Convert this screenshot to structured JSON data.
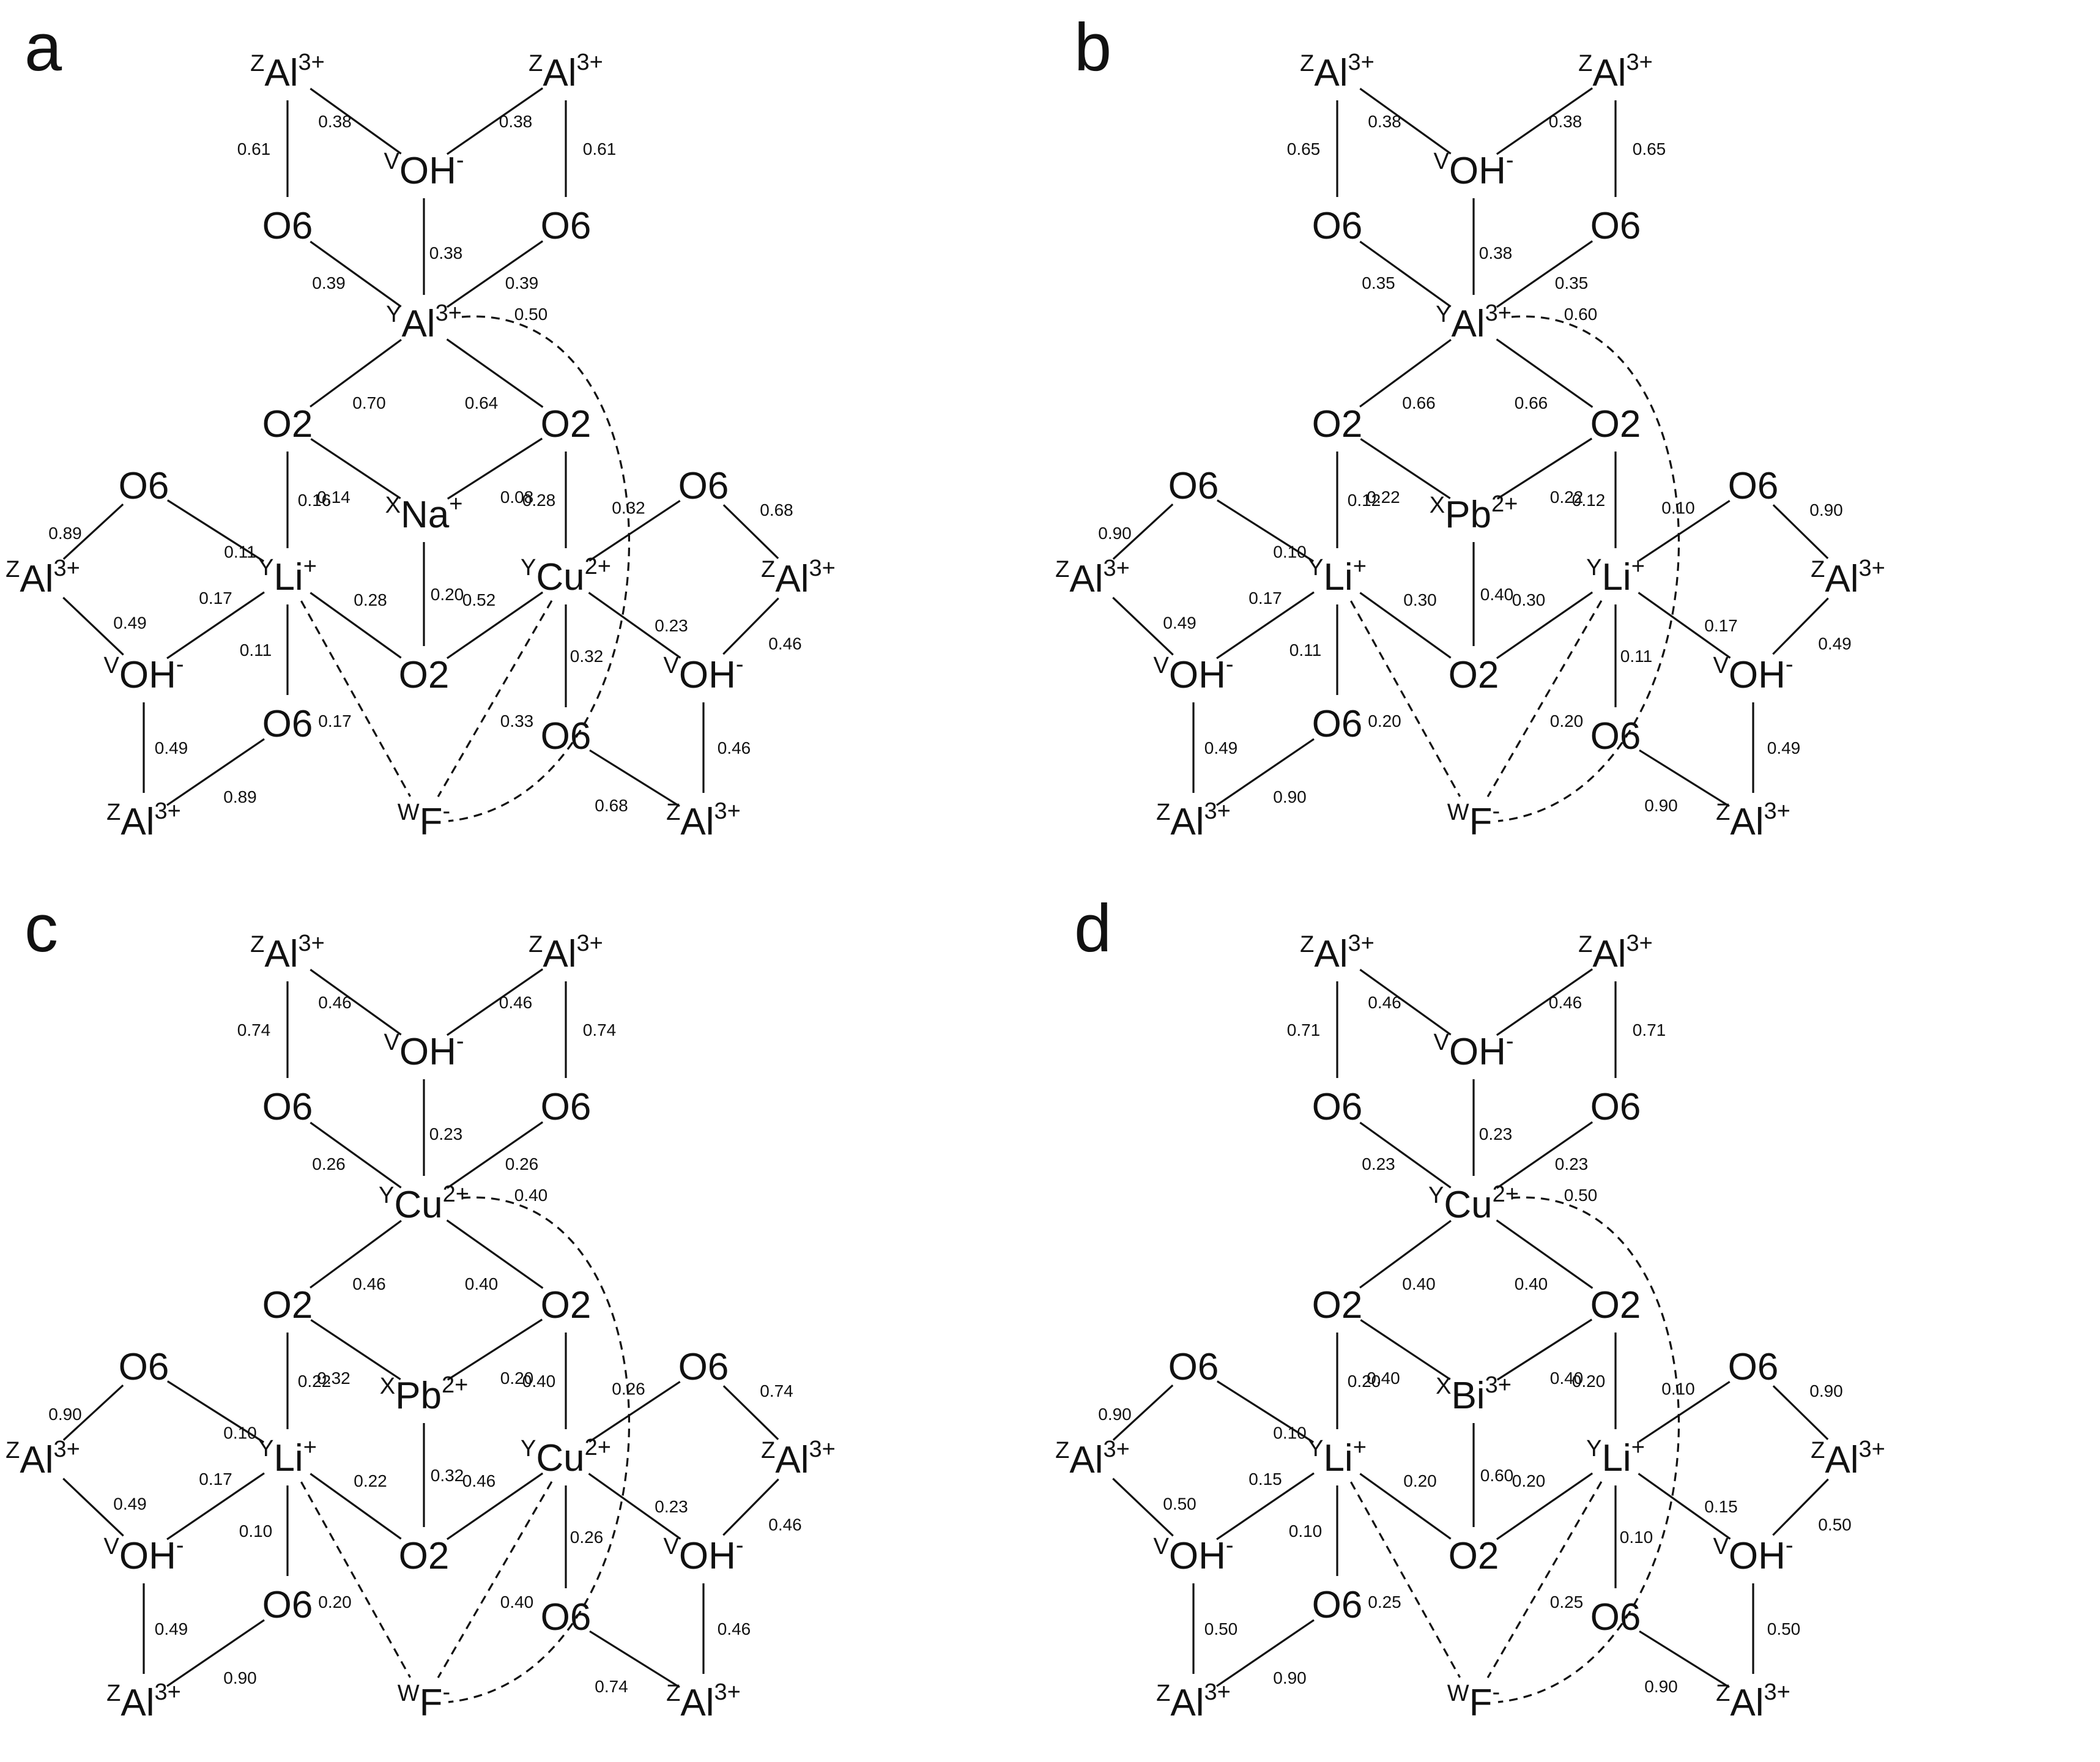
{
  "panels": [
    {
      "label": "a",
      "atoms": {
        "AlTL": {
          "pre": "Z",
          "el": "Al",
          "chg": "3+"
        },
        "AlTR": {
          "pre": "Z",
          "el": "Al",
          "chg": "3+"
        },
        "OHT": {
          "pre": "V",
          "el": "OH",
          "chg": "-"
        },
        "O6L": {
          "pre": "",
          "el": "O6",
          "chg": ""
        },
        "O6R": {
          "pre": "",
          "el": "O6",
          "chg": ""
        },
        "C": {
          "pre": "Y",
          "el": "Al",
          "chg": "3+"
        },
        "O2L": {
          "pre": "",
          "el": "O2",
          "chg": ""
        },
        "O2R": {
          "pre": "",
          "el": "O2",
          "chg": ""
        },
        "X": {
          "pre": "X",
          "el": "Na",
          "chg": "+"
        },
        "YL": {
          "pre": "Y",
          "el": "Li",
          "chg": "+"
        },
        "YR": {
          "pre": "Y",
          "el": "Cu",
          "chg": "2+"
        },
        "O2B": {
          "pre": "",
          "el": "O2",
          "chg": ""
        },
        "O6FL": {
          "pre": "",
          "el": "O6",
          "chg": ""
        },
        "AlFL": {
          "pre": "Z",
          "el": "Al",
          "chg": "3+"
        },
        "OHFL": {
          "pre": "V",
          "el": "OH",
          "chg": "-"
        },
        "O6LL": {
          "pre": "",
          "el": "O6",
          "chg": ""
        },
        "AlBL": {
          "pre": "Z",
          "el": "Al",
          "chg": "3+"
        },
        "F": {
          "pre": "W",
          "el": "F",
          "chg": "-"
        },
        "O6FR": {
          "pre": "",
          "el": "O6",
          "chg": ""
        },
        "AlFR": {
          "pre": "Z",
          "el": "Al",
          "chg": "3+"
        },
        "OHFR": {
          "pre": "V",
          "el": "OH",
          "chg": "-"
        },
        "O6RR": {
          "pre": "",
          "el": "O6",
          "chg": ""
        },
        "AlBR": {
          "pre": "Z",
          "el": "Al",
          "chg": "3+"
        }
      },
      "values": {
        "AlTL-OHT": "0.38",
        "AlTR-OHT": "0.38",
        "AlTL-O6L": "0.61",
        "AlTR-O6R": "0.61",
        "OHT-C": "0.38",
        "O6L-C": "0.39",
        "O6R-C": "0.39",
        "C-F": "0.50",
        "C-O2L": "0.70",
        "C-O2R": "0.64",
        "O2L-X": "0.14",
        "O2R-X": "0.08",
        "O2L-YL": "0.16",
        "O2R-YR": "0.28",
        "X-O2B": "0.20",
        "YL-O2B": "0.28",
        "YR-O2B": "0.52",
        "YL-F": "0.17",
        "YR-F": "0.33",
        "AlFL-O6FL": "0.89",
        "O6FL-YL": "0.11",
        "AlFL-OHFL": "0.49",
        "OHFL-YL": "0.17",
        "YL-O6LL": "0.11",
        "OHFL-AlBL": "0.49",
        "O6LL-AlBL": "0.89",
        "YR-O6FR": "0.32",
        "O6FR-AlFR": "0.68",
        "YR-OHFR": "0.23",
        "OHFR-AlFR": "0.46",
        "YR-O6RR": "0.32",
        "OHFR-AlBR": "0.46",
        "O6RR-AlBR": "0.68"
      }
    },
    {
      "label": "b",
      "atoms": {
        "AlTL": {
          "pre": "Z",
          "el": "Al",
          "chg": "3+"
        },
        "AlTR": {
          "pre": "Z",
          "el": "Al",
          "chg": "3+"
        },
        "OHT": {
          "pre": "V",
          "el": "OH",
          "chg": "-"
        },
        "O6L": {
          "pre": "",
          "el": "O6",
          "chg": ""
        },
        "O6R": {
          "pre": "",
          "el": "O6",
          "chg": ""
        },
        "C": {
          "pre": "Y",
          "el": "Al",
          "chg": "3+"
        },
        "O2L": {
          "pre": "",
          "el": "O2",
          "chg": ""
        },
        "O2R": {
          "pre": "",
          "el": "O2",
          "chg": ""
        },
        "X": {
          "pre": "X",
          "el": "Pb",
          "chg": "2+"
        },
        "YL": {
          "pre": "Y",
          "el": "Li",
          "chg": "+"
        },
        "YR": {
          "pre": "Y",
          "el": "Li",
          "chg": "+"
        },
        "O2B": {
          "pre": "",
          "el": "O2",
          "chg": ""
        },
        "O6FL": {
          "pre": "",
          "el": "O6",
          "chg": ""
        },
        "AlFL": {
          "pre": "Z",
          "el": "Al",
          "chg": "3+"
        },
        "OHFL": {
          "pre": "V",
          "el": "OH",
          "chg": "-"
        },
        "O6LL": {
          "pre": "",
          "el": "O6",
          "chg": ""
        },
        "AlBL": {
          "pre": "Z",
          "el": "Al",
          "chg": "3+"
        },
        "F": {
          "pre": "W",
          "el": "F",
          "chg": "-"
        },
        "O6FR": {
          "pre": "",
          "el": "O6",
          "chg": ""
        },
        "AlFR": {
          "pre": "Z",
          "el": "Al",
          "chg": "3+"
        },
        "OHFR": {
          "pre": "V",
          "el": "OH",
          "chg": "-"
        },
        "O6RR": {
          "pre": "",
          "el": "O6",
          "chg": ""
        },
        "AlBR": {
          "pre": "Z",
          "el": "Al",
          "chg": "3+"
        }
      },
      "values": {
        "AlTL-OHT": "0.38",
        "AlTR-OHT": "0.38",
        "AlTL-O6L": "0.65",
        "AlTR-O6R": "0.65",
        "OHT-C": "0.38",
        "O6L-C": "0.35",
        "O6R-C": "0.35",
        "C-F": "0.60",
        "C-O2L": "0.66",
        "C-O2R": "0.66",
        "O2L-X": "0.22",
        "O2R-X": "0.22",
        "O2L-YL": "0.12",
        "O2R-YR": "0.12",
        "X-O2B": "0.40",
        "YL-O2B": "0.30",
        "YR-O2B": "0.30",
        "YL-F": "0.20",
        "YR-F": "0.20",
        "AlFL-O6FL": "0.90",
        "O6FL-YL": "0.10",
        "AlFL-OHFL": "0.49",
        "OHFL-YL": "0.17",
        "YL-O6LL": "0.11",
        "OHFL-AlBL": "0.49",
        "O6LL-AlBL": "0.90",
        "YR-O6FR": "0.10",
        "O6FR-AlFR": "0.90",
        "YR-OHFR": "0.17",
        "OHFR-AlFR": "0.49",
        "YR-O6RR": "0.11",
        "OHFR-AlBR": "0.49",
        "O6RR-AlBR": "0.90"
      }
    },
    {
      "label": "c",
      "atoms": {
        "AlTL": {
          "pre": "Z",
          "el": "Al",
          "chg": "3+"
        },
        "AlTR": {
          "pre": "Z",
          "el": "Al",
          "chg": "3+"
        },
        "OHT": {
          "pre": "V",
          "el": "OH",
          "chg": "-"
        },
        "O6L": {
          "pre": "",
          "el": "O6",
          "chg": ""
        },
        "O6R": {
          "pre": "",
          "el": "O6",
          "chg": ""
        },
        "C": {
          "pre": "Y",
          "el": "Cu",
          "chg": "2+"
        },
        "O2L": {
          "pre": "",
          "el": "O2",
          "chg": ""
        },
        "O2R": {
          "pre": "",
          "el": "O2",
          "chg": ""
        },
        "X": {
          "pre": "X",
          "el": "Pb",
          "chg": "2+"
        },
        "YL": {
          "pre": "Y",
          "el": "Li",
          "chg": "+"
        },
        "YR": {
          "pre": "Y",
          "el": "Cu",
          "chg": "2+"
        },
        "O2B": {
          "pre": "",
          "el": "O2",
          "chg": ""
        },
        "O6FL": {
          "pre": "",
          "el": "O6",
          "chg": ""
        },
        "AlFL": {
          "pre": "Z",
          "el": "Al",
          "chg": "3+"
        },
        "OHFL": {
          "pre": "V",
          "el": "OH",
          "chg": "-"
        },
        "O6LL": {
          "pre": "",
          "el": "O6",
          "chg": ""
        },
        "AlBL": {
          "pre": "Z",
          "el": "Al",
          "chg": "3+"
        },
        "F": {
          "pre": "W",
          "el": "F",
          "chg": "-"
        },
        "O6FR": {
          "pre": "",
          "el": "O6",
          "chg": ""
        },
        "AlFR": {
          "pre": "Z",
          "el": "Al",
          "chg": "3+"
        },
        "OHFR": {
          "pre": "V",
          "el": "OH",
          "chg": "-"
        },
        "O6RR": {
          "pre": "",
          "el": "O6",
          "chg": ""
        },
        "AlBR": {
          "pre": "Z",
          "el": "Al",
          "chg": "3+"
        }
      },
      "values": {
        "AlTL-OHT": "0.46",
        "AlTR-OHT": "0.46",
        "AlTL-O6L": "0.74",
        "AlTR-O6R": "0.74",
        "OHT-C": "0.23",
        "O6L-C": "0.26",
        "O6R-C": "0.26",
        "C-F": "0.40",
        "C-O2L": "0.46",
        "C-O2R": "0.40",
        "O2L-X": "0.32",
        "O2R-X": "0.20",
        "O2L-YL": "0.22",
        "O2R-YR": "0.40",
        "X-O2B": "0.32",
        "YL-O2B": "0.22",
        "YR-O2B": "0.46",
        "YL-F": "0.20",
        "YR-F": "0.40",
        "AlFL-O6FL": "0.90",
        "O6FL-YL": "0.10",
        "AlFL-OHFL": "0.49",
        "OHFL-YL": "0.17",
        "YL-O6LL": "0.10",
        "OHFL-AlBL": "0.49",
        "O6LL-AlBL": "0.90",
        "YR-O6FR": "0.26",
        "O6FR-AlFR": "0.74",
        "YR-OHFR": "0.23",
        "OHFR-AlFR": "0.46",
        "YR-O6RR": "0.26",
        "OHFR-AlBR": "0.46",
        "O6RR-AlBR": "0.74"
      }
    },
    {
      "label": "d",
      "atoms": {
        "AlTL": {
          "pre": "Z",
          "el": "Al",
          "chg": "3+"
        },
        "AlTR": {
          "pre": "Z",
          "el": "Al",
          "chg": "3+"
        },
        "OHT": {
          "pre": "V",
          "el": "OH",
          "chg": "-"
        },
        "O6L": {
          "pre": "",
          "el": "O6",
          "chg": ""
        },
        "O6R": {
          "pre": "",
          "el": "O6",
          "chg": ""
        },
        "C": {
          "pre": "Y",
          "el": "Cu",
          "chg": "2+"
        },
        "O2L": {
          "pre": "",
          "el": "O2",
          "chg": ""
        },
        "O2R": {
          "pre": "",
          "el": "O2",
          "chg": ""
        },
        "X": {
          "pre": "X",
          "el": "Bi",
          "chg": "3+"
        },
        "YL": {
          "pre": "Y",
          "el": "Li",
          "chg": "+"
        },
        "YR": {
          "pre": "Y",
          "el": "Li",
          "chg": "+"
        },
        "O2B": {
          "pre": "",
          "el": "O2",
          "chg": ""
        },
        "O6FL": {
          "pre": "",
          "el": "O6",
          "chg": ""
        },
        "AlFL": {
          "pre": "Z",
          "el": "Al",
          "chg": "3+"
        },
        "OHFL": {
          "pre": "V",
          "el": "OH",
          "chg": "-"
        },
        "O6LL": {
          "pre": "",
          "el": "O6",
          "chg": ""
        },
        "AlBL": {
          "pre": "Z",
          "el": "Al",
          "chg": "3+"
        },
        "F": {
          "pre": "W",
          "el": "F",
          "chg": "-"
        },
        "O6FR": {
          "pre": "",
          "el": "O6",
          "chg": ""
        },
        "AlFR": {
          "pre": "Z",
          "el": "Al",
          "chg": "3+"
        },
        "OHFR": {
          "pre": "V",
          "el": "OH",
          "chg": "-"
        },
        "O6RR": {
          "pre": "",
          "el": "O6",
          "chg": ""
        },
        "AlBR": {
          "pre": "Z",
          "el": "Al",
          "chg": "3+"
        }
      },
      "values": {
        "AlTL-OHT": "0.46",
        "AlTR-OHT": "0.46",
        "AlTL-O6L": "0.71",
        "AlTR-O6R": "0.71",
        "OHT-C": "0.23",
        "O6L-C": "0.23",
        "O6R-C": "0.23",
        "C-F": "0.50",
        "C-O2L": "0.40",
        "C-O2R": "0.40",
        "O2L-X": "0.40",
        "O2R-X": "0.40",
        "O2L-YL": "0.20",
        "O2R-YR": "0.20",
        "X-O2B": "0.60",
        "YL-O2B": "0.20",
        "YR-O2B": "0.20",
        "YL-F": "0.25",
        "YR-F": "0.25",
        "AlFL-O6FL": "0.90",
        "O6FL-YL": "0.10",
        "AlFL-OHFL": "0.50",
        "OHFL-YL": "0.15",
        "YL-O6LL": "0.10",
        "OHFL-AlBL": "0.50",
        "O6LL-AlBL": "0.90",
        "YR-O6FR": "0.10",
        "O6FR-AlFR": "0.90",
        "YR-OHFR": "0.15",
        "OHFR-AlFR": "0.50",
        "YR-O6RR": "0.10",
        "OHFR-AlBR": "0.50",
        "O6RR-AlBR": "0.90"
      }
    }
  ]
}
